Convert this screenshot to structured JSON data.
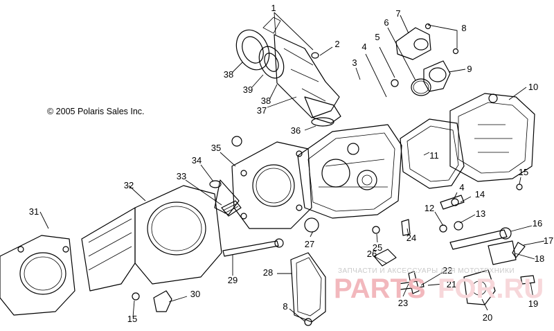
{
  "copyright": "© 2005 Polaris Sales Inc.",
  "callouts": [
    "1",
    "2",
    "3",
    "4",
    "5",
    "6",
    "7",
    "8",
    "9",
    "10",
    "11",
    "4",
    "14",
    "15",
    "13",
    "12",
    "16",
    "17",
    "18",
    "19",
    "20",
    "21",
    "22",
    "23",
    "24",
    "25",
    "26",
    "27",
    "28",
    "8",
    "29",
    "30",
    "15",
    "31",
    "32",
    "33",
    "34",
    "35",
    "36",
    "37",
    "38",
    "39",
    "38"
  ],
  "watermark": {
    "subtitle": "ЗАПЧАСТИ И АКСЕССУАРЫ ДЛЯ МОТОТЕХНИКИ",
    "logo_left": "PARTS",
    "logo_right": "FOR.RU"
  }
}
